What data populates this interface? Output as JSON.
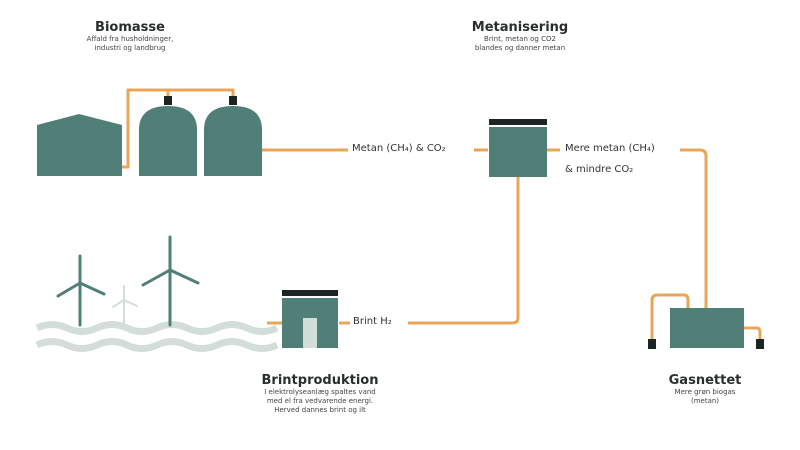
{
  "colors": {
    "tank": "#4f7f76",
    "pipe": "#e8a557",
    "cap": "#1c2523",
    "wave": "#d3dedb",
    "turbine": "#4f7f76",
    "turbine_faint": "#d3dedb"
  },
  "biomasse": {
    "title": "Biomasse",
    "lines": [
      "Affald fra husholdninger,",
      "industri og landbrug"
    ]
  },
  "metanisering": {
    "title": "Metanisering",
    "lines": [
      "Brint, metan og CO2",
      "blandes og danner metan"
    ]
  },
  "brintproduktion": {
    "title": "Brintproduktion",
    "lines": [
      "I elektrolyseanlæg spaltes vand",
      "med el fra vedvarende energi.",
      "Herved dannes brint og ilt"
    ]
  },
  "gasnettet": {
    "title": "Gasnettet",
    "lines": [
      "Mere grøn biogas",
      "(metan)"
    ]
  },
  "flows": {
    "metan_co2": "Metan (CH₄) & CO₂",
    "mere_metan_1": "Mere metan (CH₄)",
    "mere_metan_2": "& mindre CO₂",
    "brint": "Brint H₂"
  }
}
